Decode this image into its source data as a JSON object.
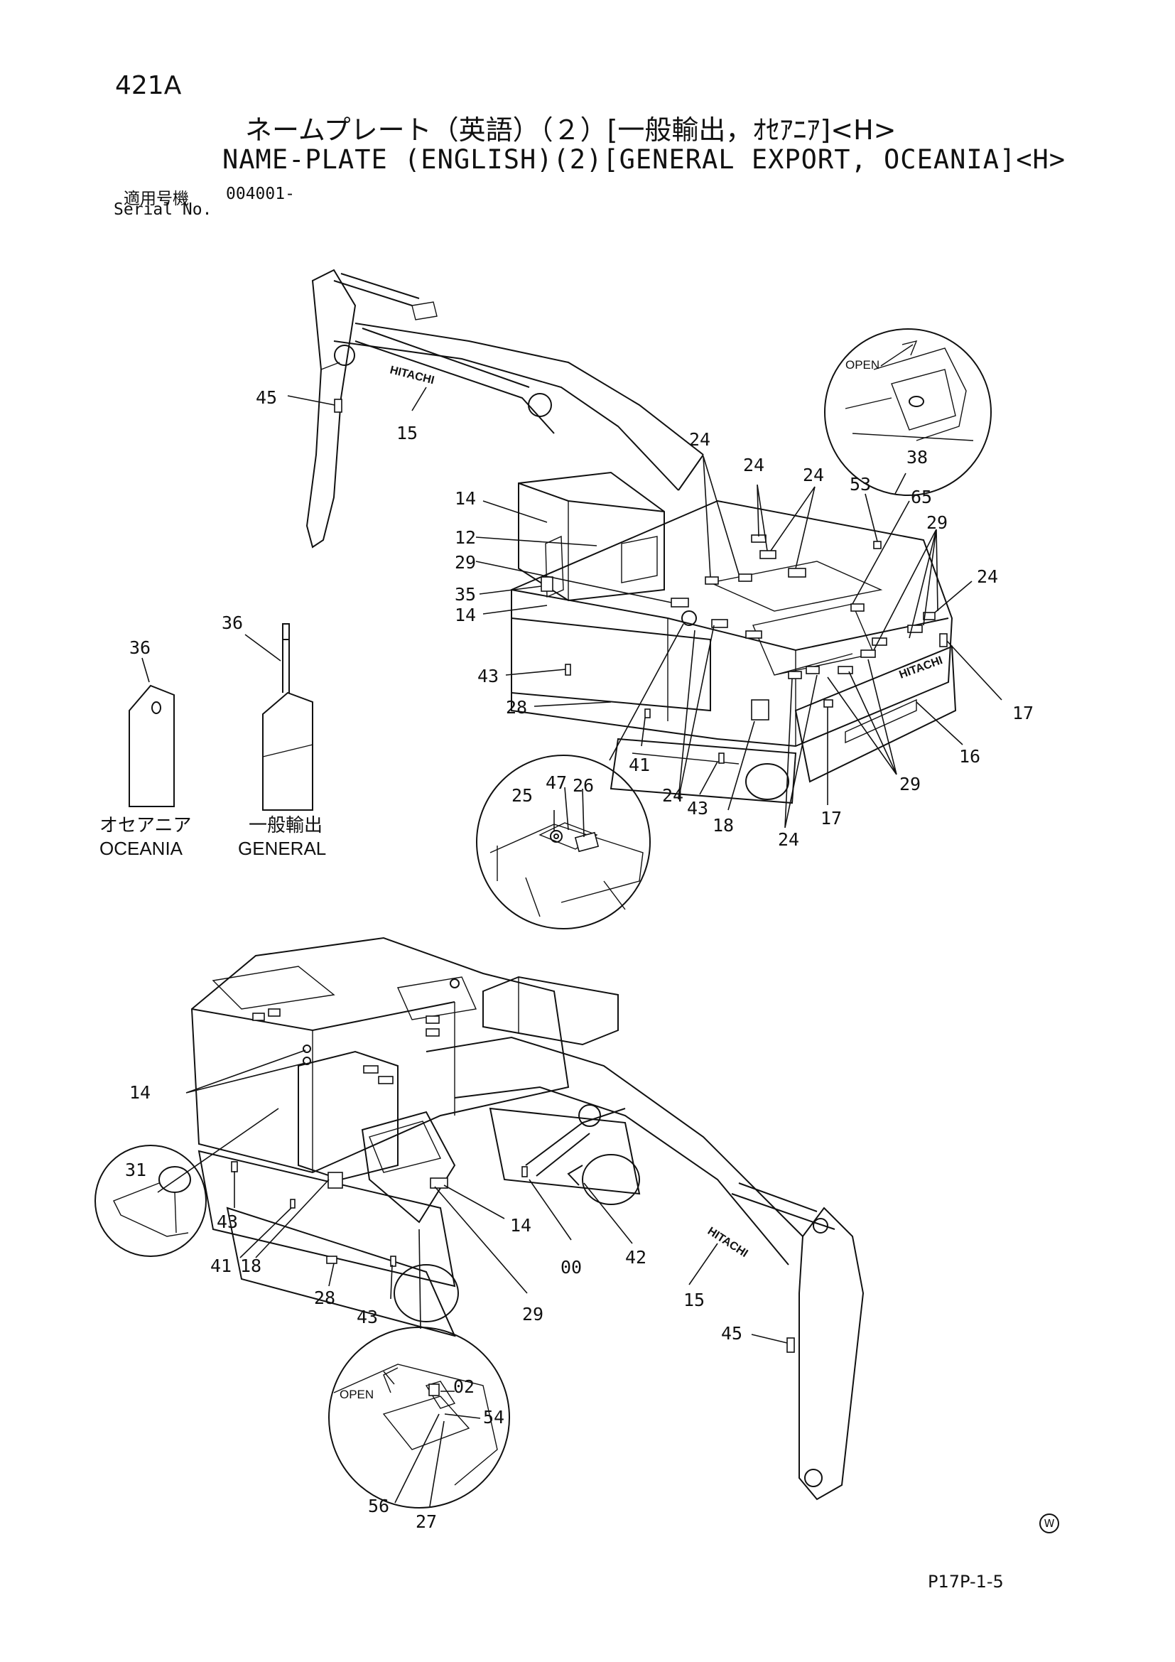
{
  "header": {
    "page_number": "421A",
    "title_jp": "ネームプレート（英語）（２）[一般輸出，ｵｾｱﾆｱ]<H>",
    "title_en": "NAME-PLATE (ENGLISH)(2)[GENERAL EXPORT, OCEANIA]<H>",
    "serial_label_jp": "適用号機",
    "serial_value": "004001-",
    "serial_label_en": "Serial No."
  },
  "top_view": {
    "brand_boom": "HITACHI",
    "brand_counterweight": "HITACHI",
    "inset_open_label": "OPEN",
    "callouts": {
      "c45": "45",
      "c15": "15",
      "c14a": "14",
      "c12": "12",
      "c29a": "29",
      "c35": "35",
      "c14b": "14",
      "c43a": "43",
      "c28": "28",
      "c41": "41",
      "c24a": "24",
      "c24b": "24",
      "c24c": "24",
      "c53": "53",
      "c65": "65",
      "c29b": "29",
      "c24d": "24",
      "c38": "38",
      "c17a": "17",
      "c16": "16",
      "c29c": "29",
      "c17b": "17",
      "c24e": "24",
      "c24f": "24",
      "c43b": "43",
      "c18": "18",
      "c47": "47",
      "c26": "26",
      "c25": "25"
    }
  },
  "tags": {
    "tag_callout_left": "36",
    "tag_callout_right": "36",
    "oceania_jp": "オセアニア",
    "oceania_en": "OCEANIA",
    "general_jp": "一般輸出",
    "general_en": "GENERAL"
  },
  "bottom_view": {
    "brand_boom": "HITACHI",
    "inset_open_label": "OPEN",
    "callouts": {
      "c14a": "14",
      "c31": "31",
      "c43a": "43",
      "c41": "41",
      "c18": "18",
      "c28": "28",
      "c43b": "43",
      "c14b": "14",
      "c29": "29",
      "c00": "00",
      "c42": "42",
      "c15": "15",
      "c45": "45",
      "c02": "02",
      "c54": "54",
      "c56": "56",
      "c27": "27"
    }
  },
  "footer": {
    "w_mark": "W",
    "drawing_code": "P17P-1-5"
  }
}
